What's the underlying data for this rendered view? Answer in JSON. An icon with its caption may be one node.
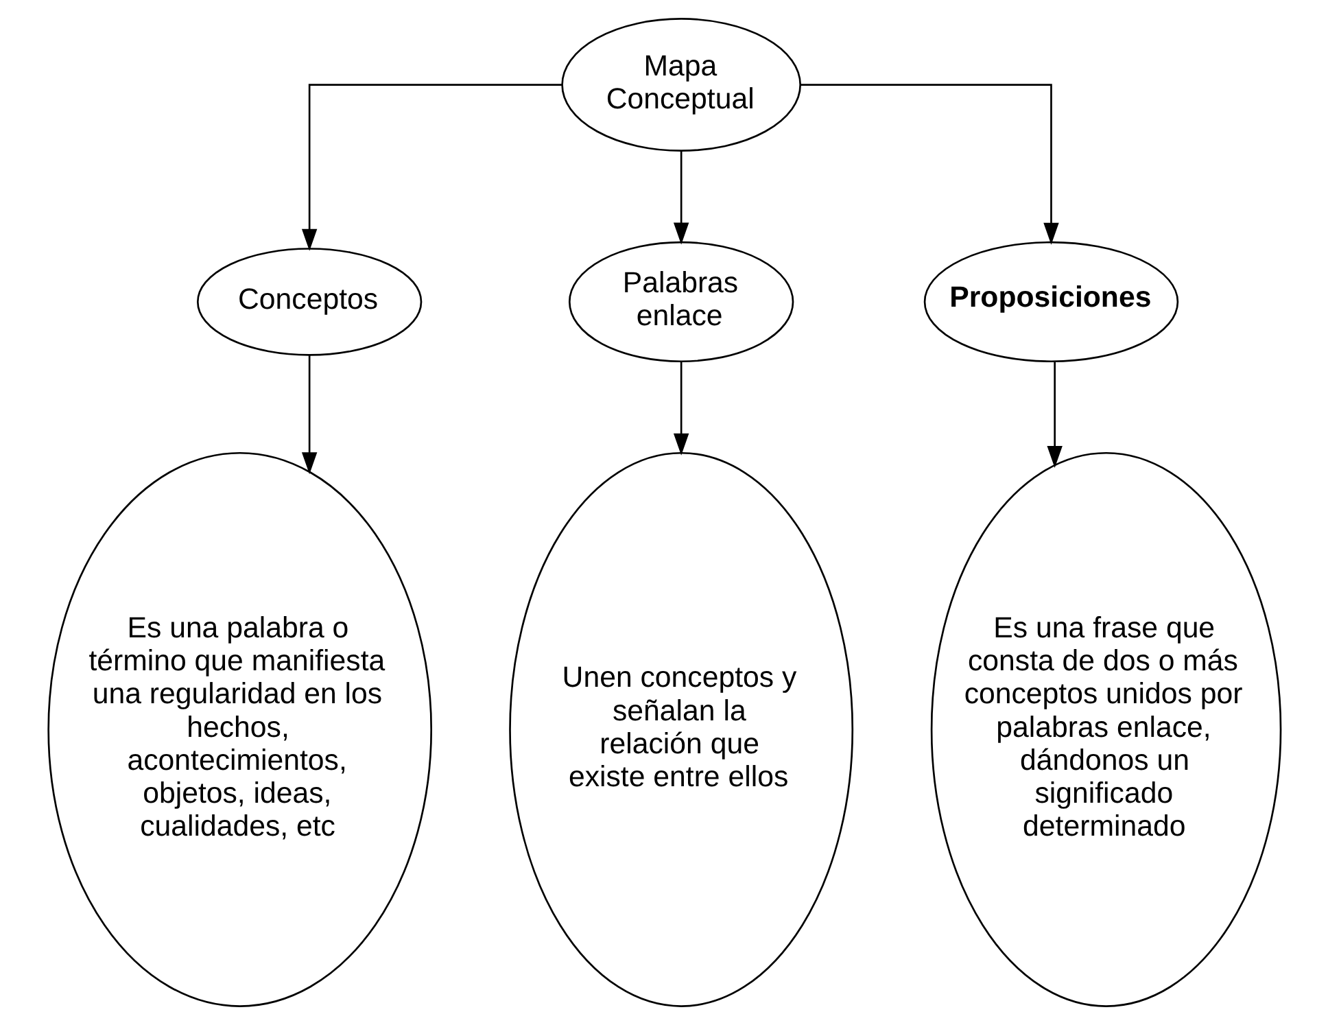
{
  "diagram": {
    "nodes": [
      {
        "text": [
          "Mapa Conceptual"
        ]
      },
      {
        "text": [
          "Conceptos"
        ]
      },
      {
        "text": [
          "Palabras enlace"
        ]
      },
      {
        "text": [
          "Proposiciones"
        ]
      },
      {
        "text": [
          "Es una palabra o término que manifiesta una regularidad en los hechos, acontecimientos, objetos, ideas, cualidades, etc"
        ]
      },
      {
        "text": [
          "Unen conceptos y señalan la relación que existe entre ellos"
        ]
      },
      {
        "text": [
          "Es una frase que consta de dos o más conceptos unidos por palabras enlace, dándonos un significado determinado"
        ]
      }
    ],
    "edges": [
      {
        "from": 0,
        "to": 1,
        "arrow": "to"
      },
      {
        "from": 0,
        "to": 2,
        "arrow": "to"
      },
      {
        "from": 0,
        "to": 3,
        "arrow": "to"
      },
      {
        "from": 1,
        "to": 4,
        "arrow": "to"
      },
      {
        "from": 2,
        "to": 5,
        "arrow": "to"
      },
      {
        "from": 3,
        "to": 6,
        "arrow": "to"
      }
    ]
  }
}
